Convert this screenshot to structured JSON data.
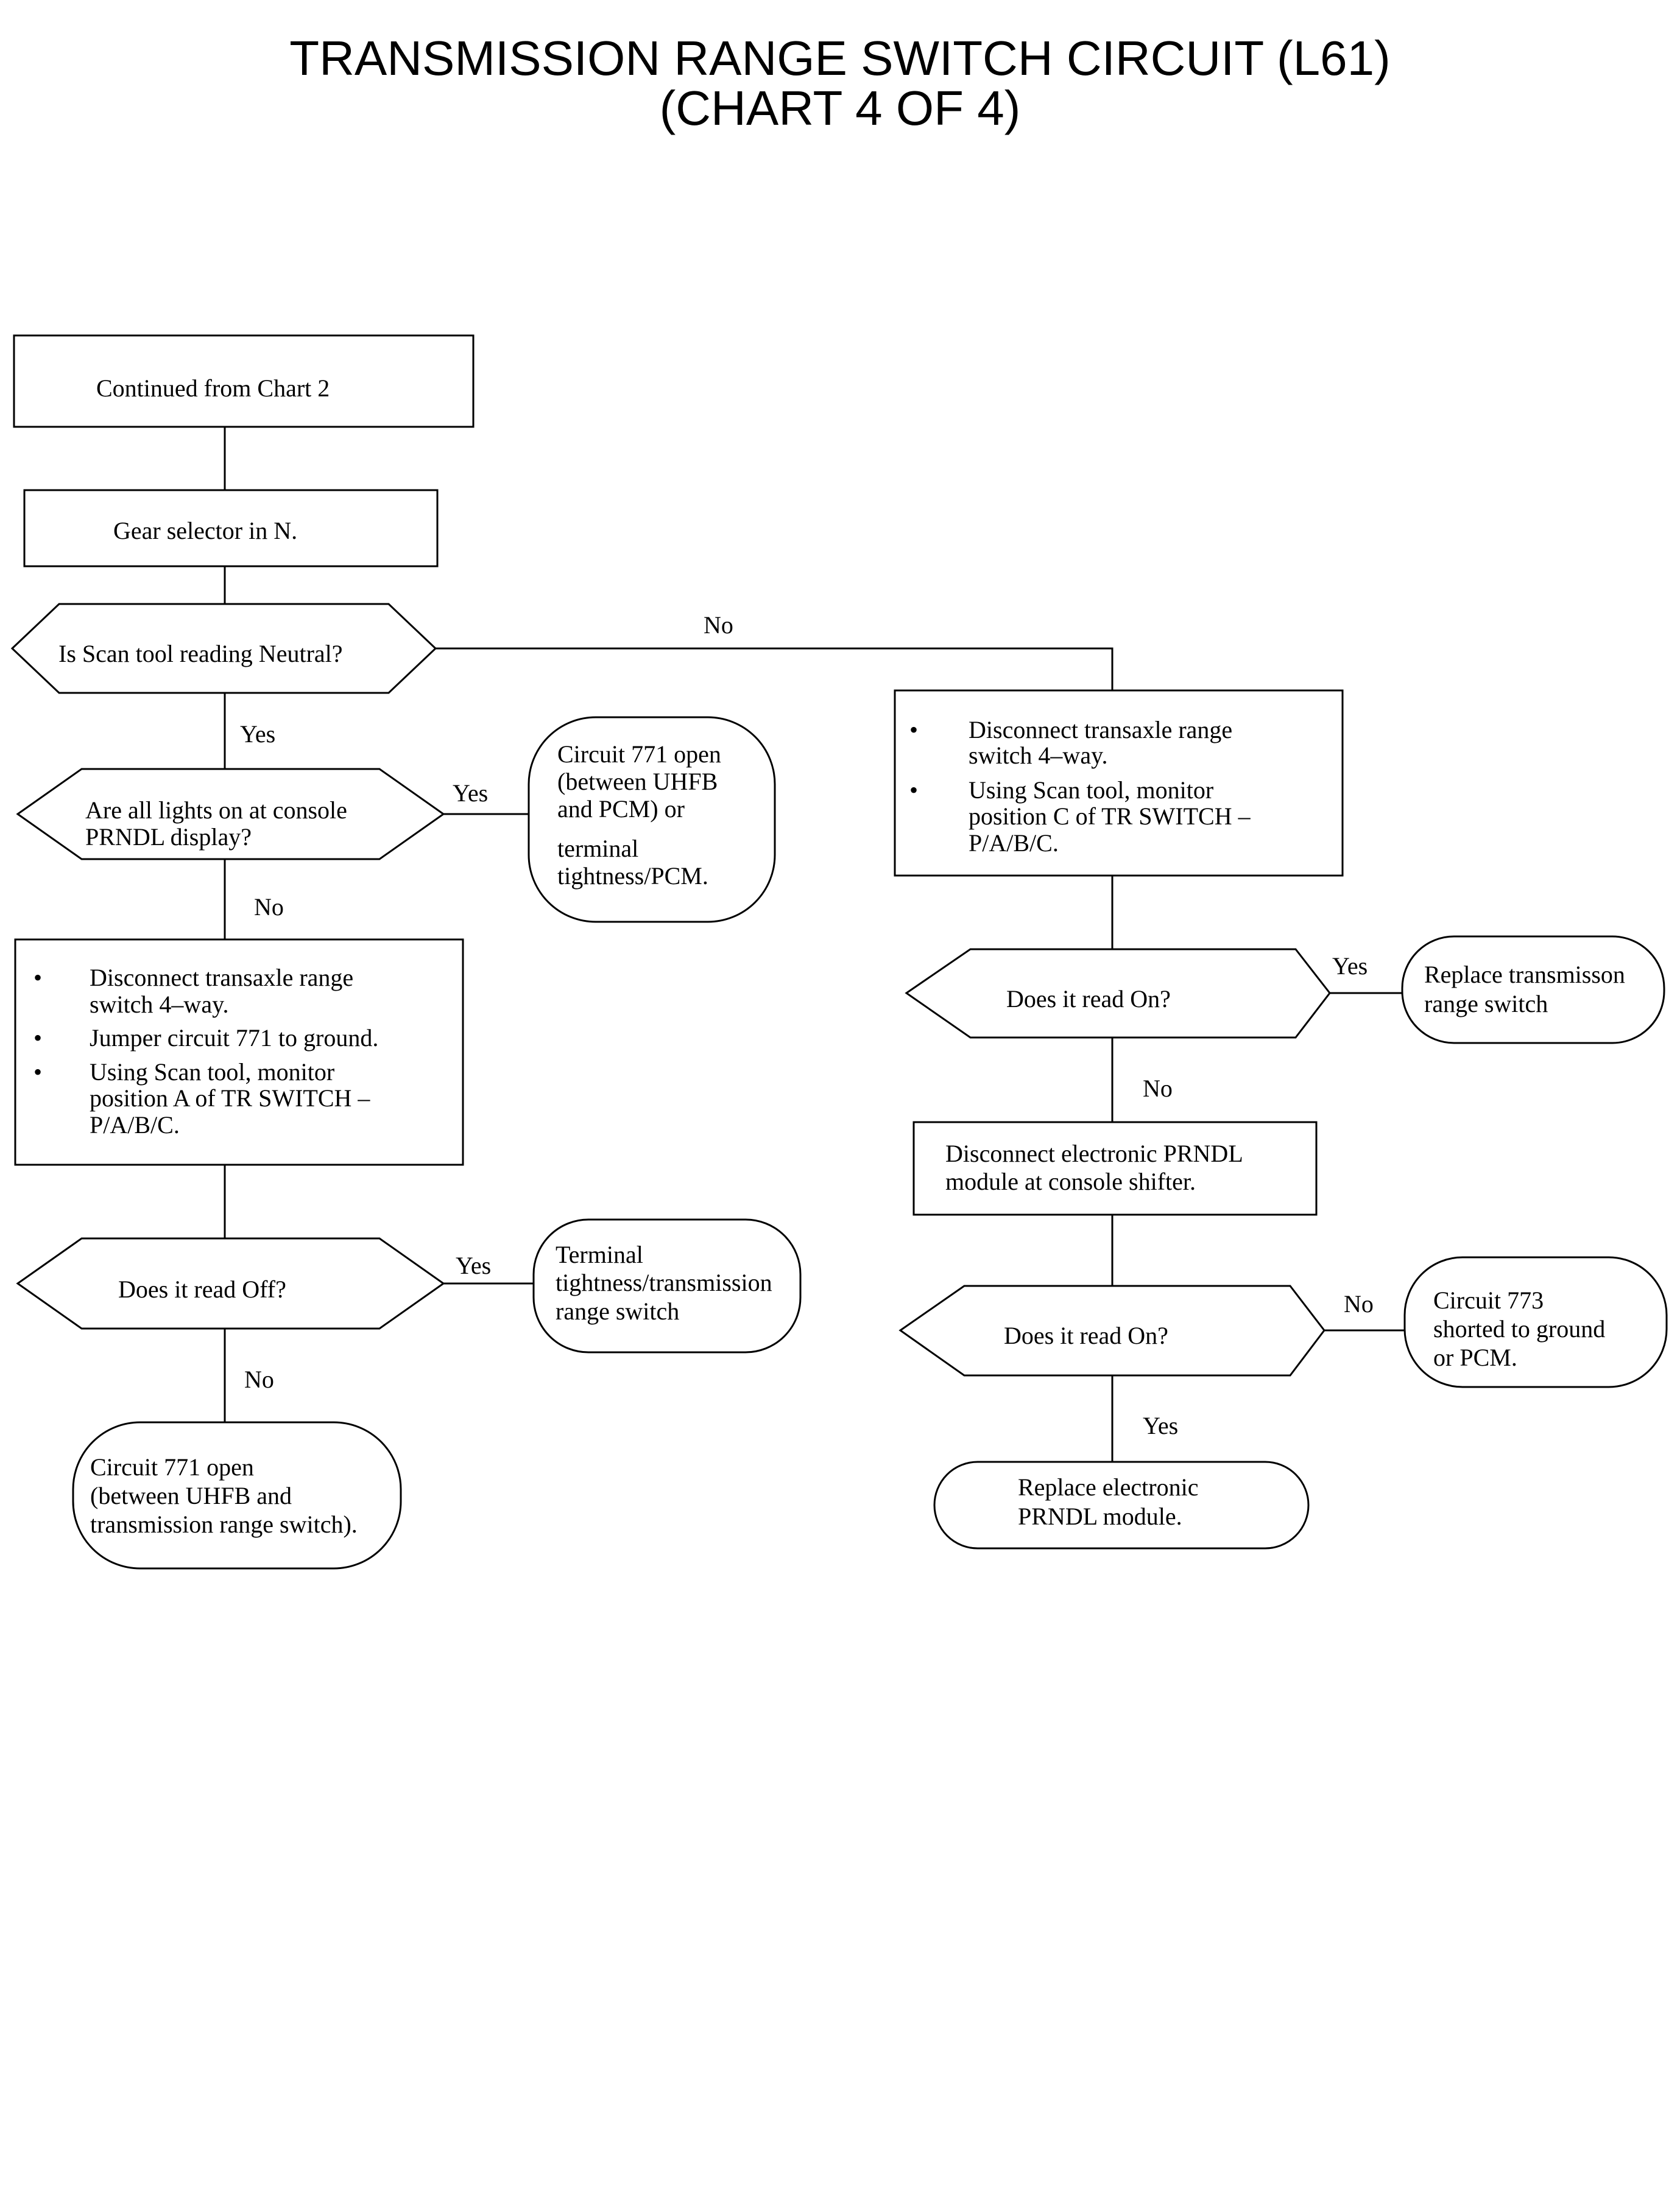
{
  "title": {
    "line1": "TRANSMISSION RANGE SWITCH CIRCUIT (L61)",
    "line2": "(CHART 4 OF 4)"
  },
  "nodes": {
    "start": "Continued from Chart 2",
    "gear_selector": "Gear selector in N.",
    "q_neutral": "Is Scan tool reading Neutral?",
    "q_lights": [
      "Are all lights on at console",
      "PRNDL display?"
    ],
    "result_771_pcm": [
      "Circuit 771 open",
      "(between UHFB",
      "and PCM) or",
      "terminal",
      "tightness/PCM."
    ],
    "left_steps": {
      "bullet": "•",
      "items": [
        [
          "Disconnect transaxle range",
          "switch 4–way."
        ],
        [
          "Jumper circuit 771 to ground."
        ],
        [
          "Using Scan tool, monitor",
          "position A of TR SWITCH –",
          "P/A/B/C."
        ]
      ]
    },
    "q_off": "Does it read Off?",
    "result_terminal": [
      "Terminal",
      "tightness/transmission",
      "range switch"
    ],
    "result_771_switch": [
      "Circuit 771 open",
      "(between UHFB and",
      "transmission range switch)."
    ],
    "right_steps": {
      "bullet": "•",
      "items": [
        [
          "Disconnect transaxle range",
          "switch 4–way."
        ],
        [
          "Using Scan tool, monitor",
          "position C of TR SWITCH –",
          "P/A/B/C."
        ]
      ]
    },
    "q_on_1": "Does it read On?",
    "result_replace_switch": [
      "Replace transmisson",
      "range switch"
    ],
    "disconnect_module": [
      "Disconnect electronic PRNDL",
      "module at console shifter."
    ],
    "q_on_2": "Does it read On?",
    "result_773": [
      "Circuit 773",
      "shorted to ground",
      "or PCM."
    ],
    "result_replace_module": [
      "Replace electronic",
      "PRNDL module."
    ]
  },
  "edge_labels": {
    "neutral_no": "No",
    "neutral_yes": "Yes",
    "lights_yes": "Yes",
    "lights_no": "No",
    "off_yes": "Yes",
    "off_no": "No",
    "on1_yes": "Yes",
    "on1_no": "No",
    "on2_no": "No",
    "on2_yes": "Yes"
  }
}
